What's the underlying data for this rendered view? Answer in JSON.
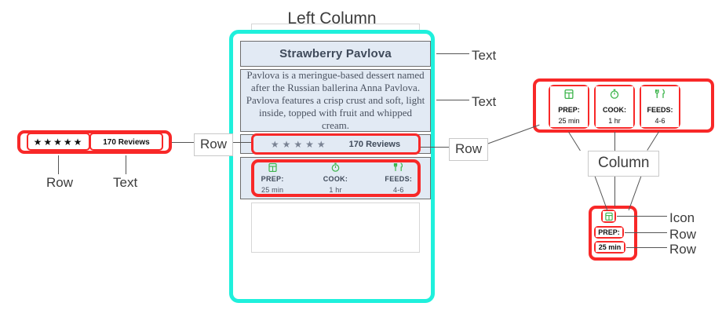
{
  "diagram": {
    "title": "Left Column",
    "labels": {
      "text": "Text",
      "row": "Row",
      "column": "Column",
      "icon": "Icon"
    }
  },
  "card": {
    "title": "Strawberry Pavlova",
    "description": "Pavlova is a meringue-based dessert named after the Russian ballerina Anna Pavlova. Pavlova features a crisp crust and soft, light inside, topped with fruit and whipped cream.",
    "rating": {
      "stars": "★★★★★",
      "count": "170 Reviews"
    },
    "stats": [
      {
        "icon": "clipboard-icon",
        "caption": "PREP:",
        "value": "25 min"
      },
      {
        "icon": "stopwatch-icon",
        "caption": "COOK:",
        "value": "1 hr"
      },
      {
        "icon": "cutlery-icon",
        "caption": "FEEDS:",
        "value": "4-6"
      }
    ]
  },
  "colors": {
    "annotation_red": "#f82828",
    "card_border_cyan": "#1ff0dc",
    "panel_fill": "#e2eaf4",
    "icon_green": "#3cb44b"
  }
}
